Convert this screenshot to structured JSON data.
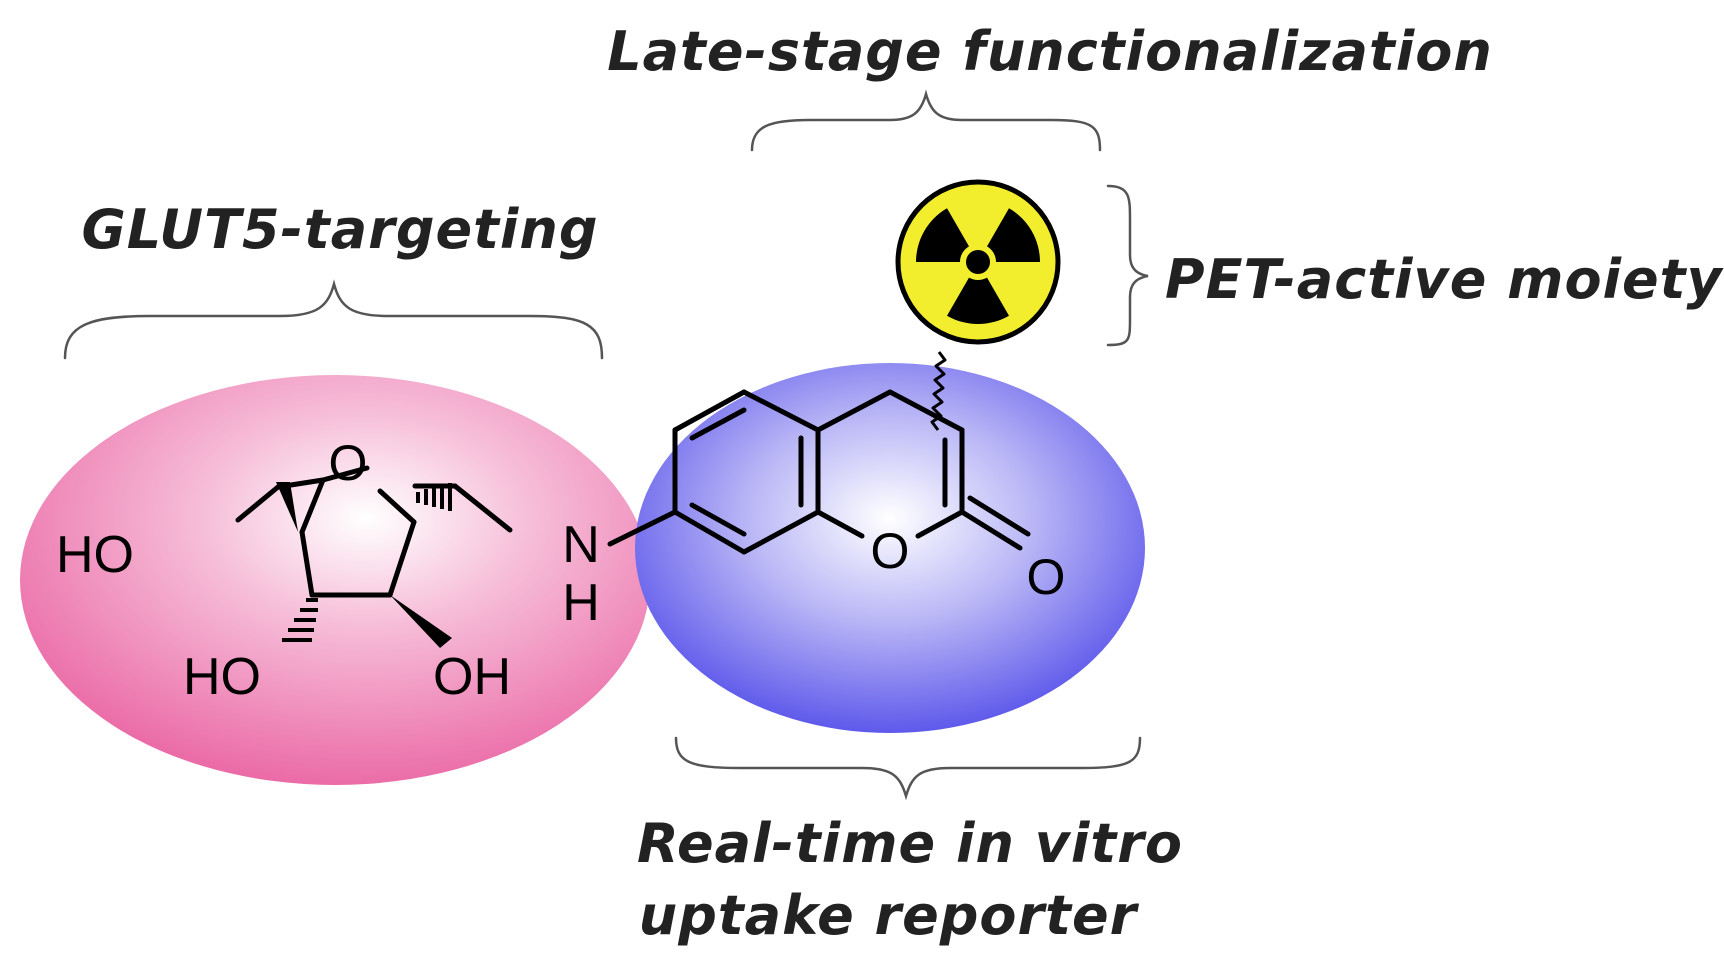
{
  "labels": {
    "glut5": "GLUT5-targeting",
    "late_stage": "Late-stage functionalization",
    "pet": "PET-active moiety",
    "reporter_line1": "Real-time in vitro",
    "reporter_line2": "uptake reporter"
  },
  "atoms": {
    "ring_oxygen": "O",
    "hydroxymethyl": "HO",
    "hydroxyl_left": "HO",
    "hydroxyl_right": "OH",
    "amine_n": "N",
    "amine_h": "H",
    "lactone_oxygen": "O",
    "carbonyl_oxygen": "O"
  },
  "icons": {
    "radiation": "radiation-trefoil-icon"
  },
  "colors": {
    "sugar_region": "#e8579b",
    "coumarin_region": "#3a34e6",
    "radiation_fill": "#f2ee2e",
    "text": "#222222"
  }
}
